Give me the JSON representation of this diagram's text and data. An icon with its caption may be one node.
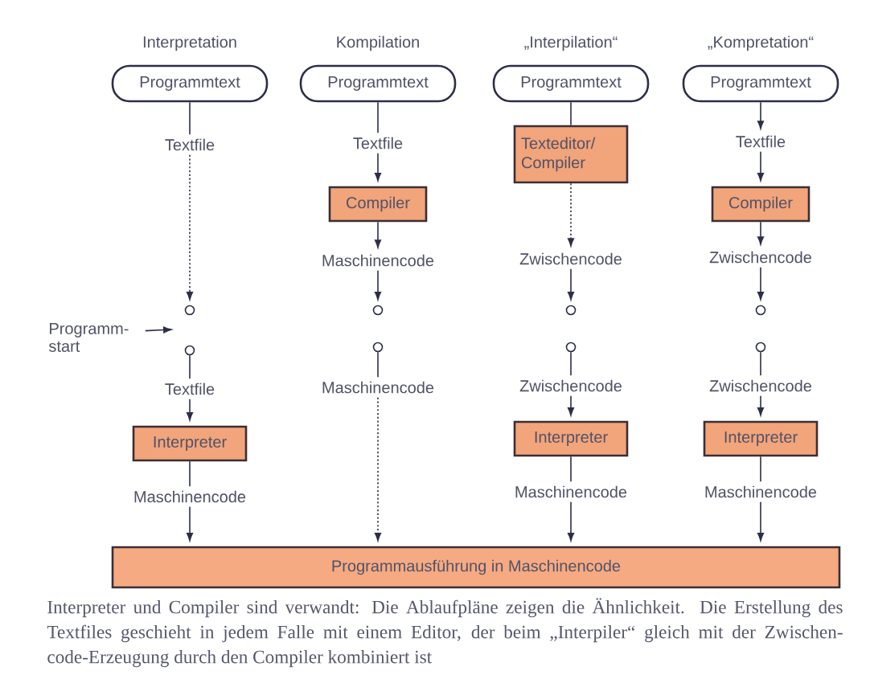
{
  "diagram": {
    "caption": "Interpreter und Compiler sind verwandt: Die Ablaufpläne zeigen die Ähnlichkeit. Die Erstellung des Textfiles geschieht in jedem Falle mit einem Editor, der beim „Interpiler“ gleich mit der Zwischen- code-Erzeugung durch den Compiler kombiniert ist",
    "nodes": [
      {
        "text": [
          "Programmtext"
        ]
      },
      {
        "text": [
          "Textfile"
        ]
      },
      {
        "text": [],
        "shape": "circle"
      },
      {
        "text": [
          "Programm- start"
        ]
      },
      {
        "text": [],
        "shape": "circle"
      },
      {
        "text": [
          "Textfile"
        ]
      },
      {
        "text": [
          "Interpreter"
        ]
      },
      {
        "text": [
          "Maschinencode"
        ]
      },
      {
        "text": [
          "Programmtext"
        ]
      },
      {
        "text": [
          "Textfile"
        ]
      },
      {
        "text": [
          "Compiler"
        ]
      },
      {
        "text": [
          "Maschinencode"
        ]
      },
      {
        "text": [],
        "shape": "circle"
      },
      {
        "text": [],
        "shape": "circle"
      },
      {
        "text": [
          "Maschinencode"
        ]
      },
      {
        "text": [
          "Programmtext"
        ]
      },
      {
        "text": [
          "Texteditor/ Compiler"
        ]
      },
      {
        "text": [
          "Zwischencode"
        ]
      },
      {
        "text": [],
        "shape": "circle"
      },
      {
        "text": [],
        "shape": "circle"
      },
      {
        "text": [
          "Zwischencode"
        ]
      },
      {
        "text": [
          "Interpreter"
        ]
      },
      {
        "text": [
          "Maschinencode"
        ]
      },
      {
        "text": [
          "Programmtext"
        ]
      },
      {
        "text": [
          "Textfile"
        ]
      },
      {
        "text": [
          "Compiler"
        ]
      },
      {
        "text": [
          "Zwischencode"
        ]
      },
      {
        "text": [],
        "shape": "circle"
      },
      {
        "text": [],
        "shape": "circle"
      },
      {
        "text": [
          "Zwischencode"
        ]
      },
      {
        "text": [
          "Interpreter"
        ]
      },
      {
        "text": [
          "Maschinencode"
        ]
      },
      {
        "text": [
          "Programmausführung in Maschinencode"
        ]
      }
    ],
    "edges": [
      {
        "from": 0,
        "to": 1,
        "arrow": "none"
      },
      {
        "from": 1,
        "to": 2,
        "arrow": "to",
        "style": "dashed"
      },
      {
        "from": 3,
        "to": null,
        "arrow": "to"
      },
      {
        "from": 4,
        "to": 5,
        "arrow": "none"
      },
      {
        "from": 5,
        "to": 6,
        "arrow": "to"
      },
      {
        "from": 6,
        "to": 7,
        "arrow": "none"
      },
      {
        "from": 7,
        "to": 32,
        "arrow": "to"
      },
      {
        "from": 8,
        "to": 9,
        "arrow": "none"
      },
      {
        "from": 9,
        "to": 10,
        "arrow": "to"
      },
      {
        "from": 10,
        "to": 11,
        "arrow": "to"
      },
      {
        "from": 11,
        "to": 12,
        "arrow": "to"
      },
      {
        "from": 13,
        "to": 14,
        "arrow": "none"
      },
      {
        "from": 14,
        "to": 32,
        "arrow": "to",
        "style": "dashed"
      },
      {
        "from": 15,
        "to": 16,
        "arrow": "none"
      },
      {
        "from": 16,
        "to": 17,
        "arrow": "to",
        "style": "dashed"
      },
      {
        "from": 17,
        "to": 18,
        "arrow": "to"
      },
      {
        "from": 19,
        "to": 20,
        "arrow": "none"
      },
      {
        "from": 20,
        "to": 21,
        "arrow": "to"
      },
      {
        "from": 21,
        "to": 22,
        "arrow": "none"
      },
      {
        "from": 22,
        "to": 32,
        "arrow": "to"
      },
      {
        "from": 23,
        "to": 24,
        "arrow": "to"
      },
      {
        "from": 24,
        "to": 25,
        "arrow": "to"
      },
      {
        "from": 25,
        "to": 26,
        "arrow": "to"
      },
      {
        "from": 26,
        "to": 27,
        "arrow": "to"
      },
      {
        "from": 28,
        "to": 29,
        "arrow": "none"
      },
      {
        "from": 29,
        "to": 30,
        "arrow": "to"
      },
      {
        "from": 30,
        "to": 31,
        "arrow": "none"
      },
      {
        "from": 31,
        "to": 32,
        "arrow": "to"
      }
    ],
    "labels": [
      "Interpretation",
      "Kompilation",
      "„Interpilation“",
      "„Kompretation“"
    ]
  }
}
